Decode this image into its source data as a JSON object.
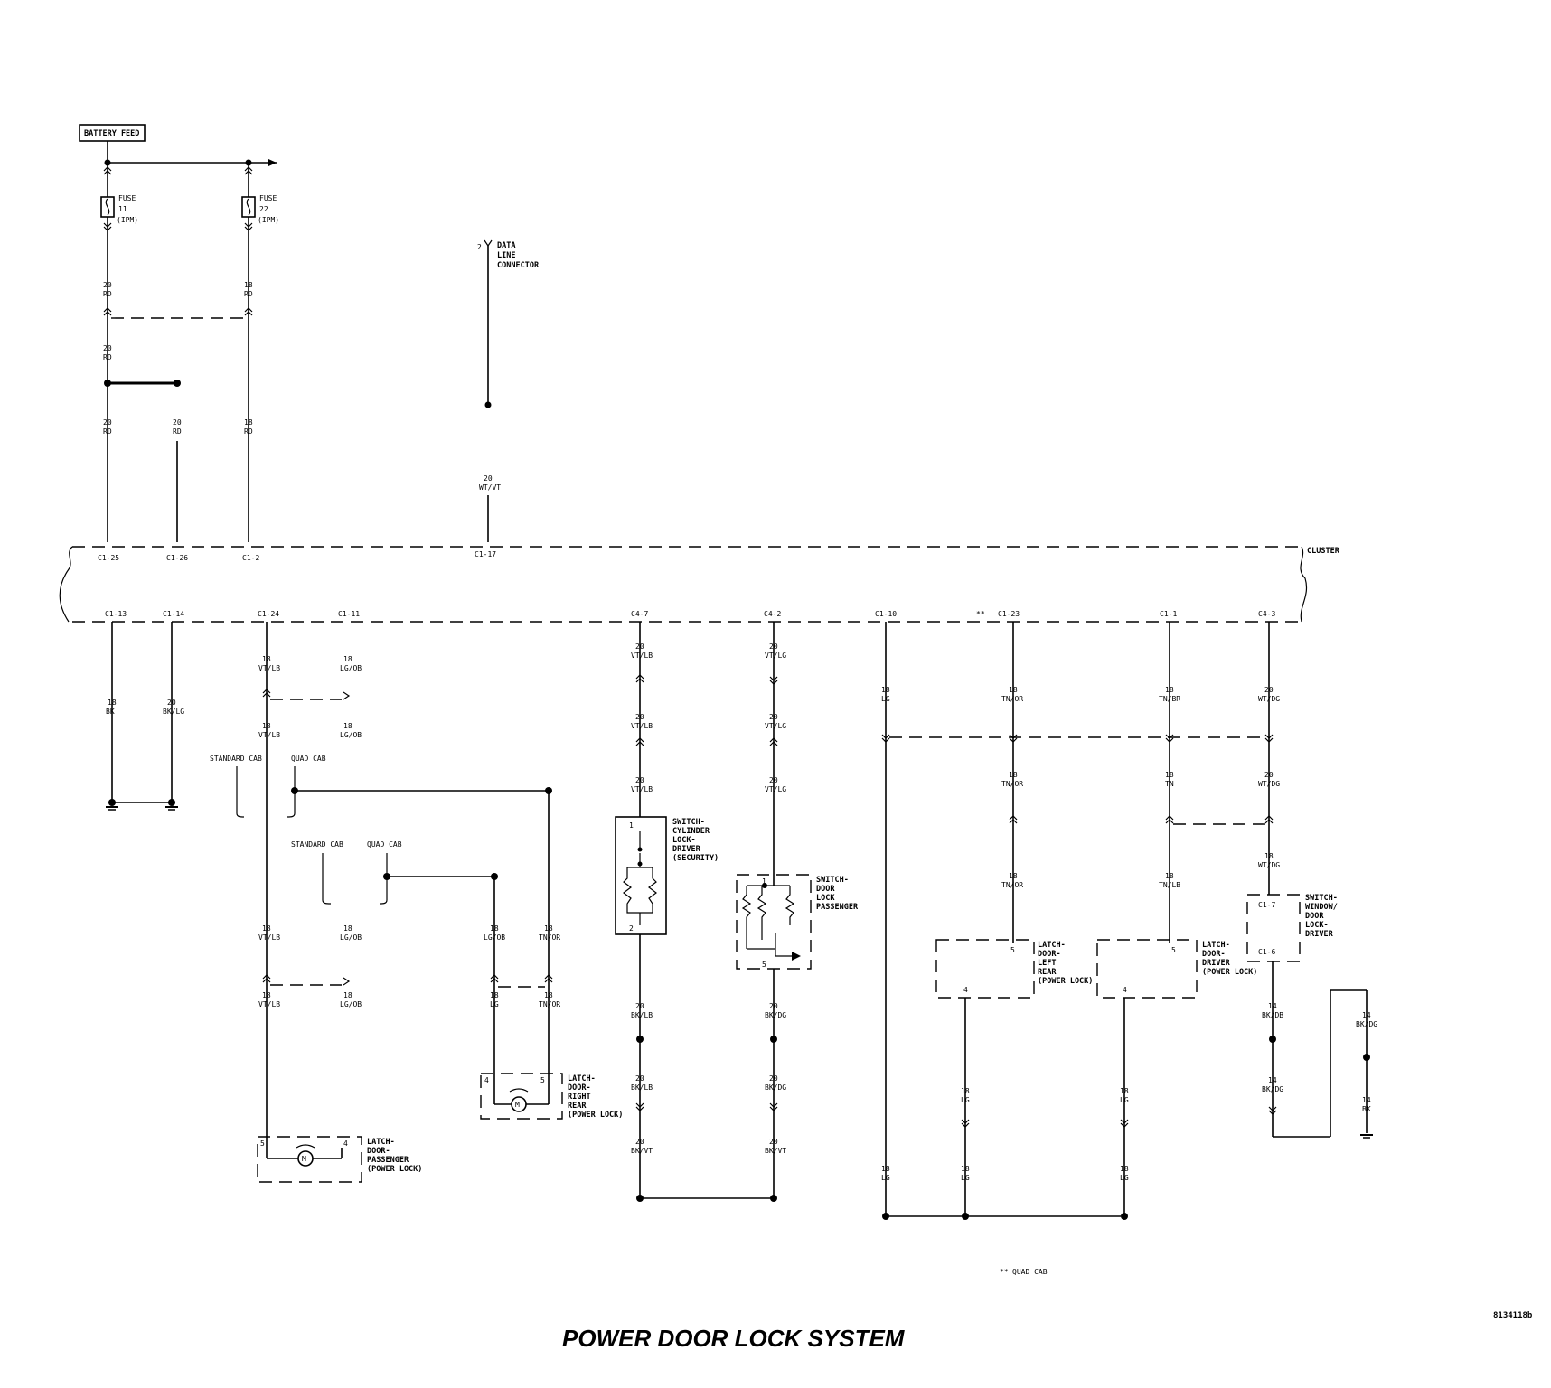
{
  "diagram_title": "POWER DOOR LOCK SYSTEM",
  "figure_ref": "8134118b",
  "footnote": "QUAD CAB",
  "battery_feed": "BATTERY FEED",
  "fuses": [
    {
      "name": "FUSE",
      "number": "11",
      "location": "(IPM)"
    },
    {
      "name": "FUSE",
      "number": "22",
      "location": "(IPM)"
    }
  ],
  "data_link": {
    "pin": "2",
    "label": "DATA LINE CONNECTOR"
  },
  "cluster_label": "CLUSTER",
  "cluster_top_pins": [
    "C1-25",
    "C1-26",
    "C1-2",
    "C1-17"
  ],
  "cluster_bottom_pins": [
    "C1-13",
    "C1-14",
    "C1-24",
    "C1-11",
    "C4-7",
    "C4-2",
    "C1-10",
    "C1-23",
    "C1-1",
    "C4-3"
  ],
  "wire_labels": {
    "w1a": [
      "20",
      "RD"
    ],
    "w1b": [
      "20",
      "RD"
    ],
    "w1c": [
      "20",
      "RD"
    ],
    "w2": [
      "20",
      "RD"
    ],
    "w3a": [
      "18",
      "RD"
    ],
    "w3c": [
      "18",
      "RD"
    ],
    "w4": [
      "20",
      "WT/VT"
    ],
    "g1": [
      "18",
      "BK"
    ],
    "g2": [
      "20",
      "BK/LG"
    ],
    "p1a": [
      "18",
      "VT/LB"
    ],
    "p1b": [
      "18",
      "VT/LB"
    ],
    "q1a": [
      "18",
      "LG/OB"
    ],
    "q1b": [
      "18",
      "LG/OB"
    ],
    "p2a": [
      "18",
      "VT/LB"
    ],
    "p2b": [
      "18",
      "VT/LB"
    ],
    "q2a": [
      "18",
      "LG/OB"
    ],
    "q2b": [
      "18",
      "LG/OB"
    ],
    "r1a": [
      "18",
      "LG/OB"
    ],
    "r1b": [
      "18",
      "LG"
    ],
    "s1a": [
      "18",
      "TN/OR"
    ],
    "s1b": [
      "18",
      "TN/OR"
    ],
    "c4a": [
      "20",
      "VT/LB"
    ],
    "c4b": [
      "20",
      "VT/LB"
    ],
    "c4c": [
      "20",
      "VT/LB"
    ],
    "c4d": [
      "20",
      "BK/LB"
    ],
    "c4e": [
      "20",
      "BK/LB"
    ],
    "c4f": [
      "20",
      "BK/VT"
    ],
    "d2a": [
      "20",
      "VT/LG"
    ],
    "d2b": [
      "20",
      "VT/LG"
    ],
    "d2c": [
      "20",
      "VT/LG"
    ],
    "d2d": [
      "20",
      "BK/DG"
    ],
    "d2e": [
      "20",
      "BK/DG"
    ],
    "d2f": [
      "20",
      "BK/VT"
    ],
    "e10a": [
      "18",
      "LG"
    ],
    "e10b": [
      "18",
      "LG"
    ],
    "e23a": [
      "18",
      "TN/OR"
    ],
    "e23b": [
      "18",
      "TN/OR"
    ],
    "e23c": [
      "18",
      "TN/OR"
    ],
    "e1a": [
      "18",
      "TN/BR"
    ],
    "e1b": [
      "18",
      "TN"
    ],
    "e1c": [
      "18",
      "TN/LB"
    ],
    "e3a": [
      "20",
      "WT/DG"
    ],
    "e3b": [
      "20",
      "WT/DG"
    ],
    "e3c": [
      "18",
      "WT/DG"
    ],
    "ll1": [
      "18",
      "LG"
    ],
    "ll2": [
      "18",
      "LG"
    ],
    "ld1": [
      "18",
      "LG"
    ],
    "ld2": [
      "18",
      "LG"
    ],
    "sw1": [
      "14",
      "BK/DB"
    ],
    "sw2": [
      "14",
      "BK/DG"
    ],
    "sw3": [
      "14",
      "BK/DG"
    ],
    "sw4": [
      "14",
      "BK"
    ]
  },
  "splice_labels": {
    "standard_cab": "STANDARD CAB",
    "quad_cab": "QUAD CAB"
  },
  "components": {
    "cylinder_switch": {
      "label": "SWITCH- CYLINDER LOCK- DRIVER (SECURITY)",
      "pins": [
        "1",
        "2"
      ]
    },
    "door_lock_switch": {
      "label": "SWITCH- DOOR LOCK PASSENGER",
      "pins": [
        "1",
        "5"
      ]
    },
    "latch_left_rear": {
      "label": "LATCH- DOOR- LEFT REAR (POWER LOCK)",
      "pins": [
        "5",
        "4"
      ]
    },
    "latch_driver": {
      "label": "LATCH- DOOR- DRIVER (POWER LOCK)",
      "pins": [
        "5",
        "4"
      ]
    },
    "window_switch": {
      "label": "SWITCH- WINDOW/ DOOR LOCK- DRIVER",
      "pins": [
        "C1-7",
        "C1-6"
      ]
    },
    "latch_right_rear": {
      "label": "LATCH- DOOR- RIGHT REAR (POWER LOCK)",
      "pins": [
        "4",
        "5"
      ]
    },
    "latch_passenger": {
      "label": "LATCH- DOOR- PASSENGER (POWER LOCK)",
      "pins": [
        "5",
        "4"
      ]
    }
  },
  "symbols": {
    "motor": "M",
    "quad_marker": "**"
  }
}
